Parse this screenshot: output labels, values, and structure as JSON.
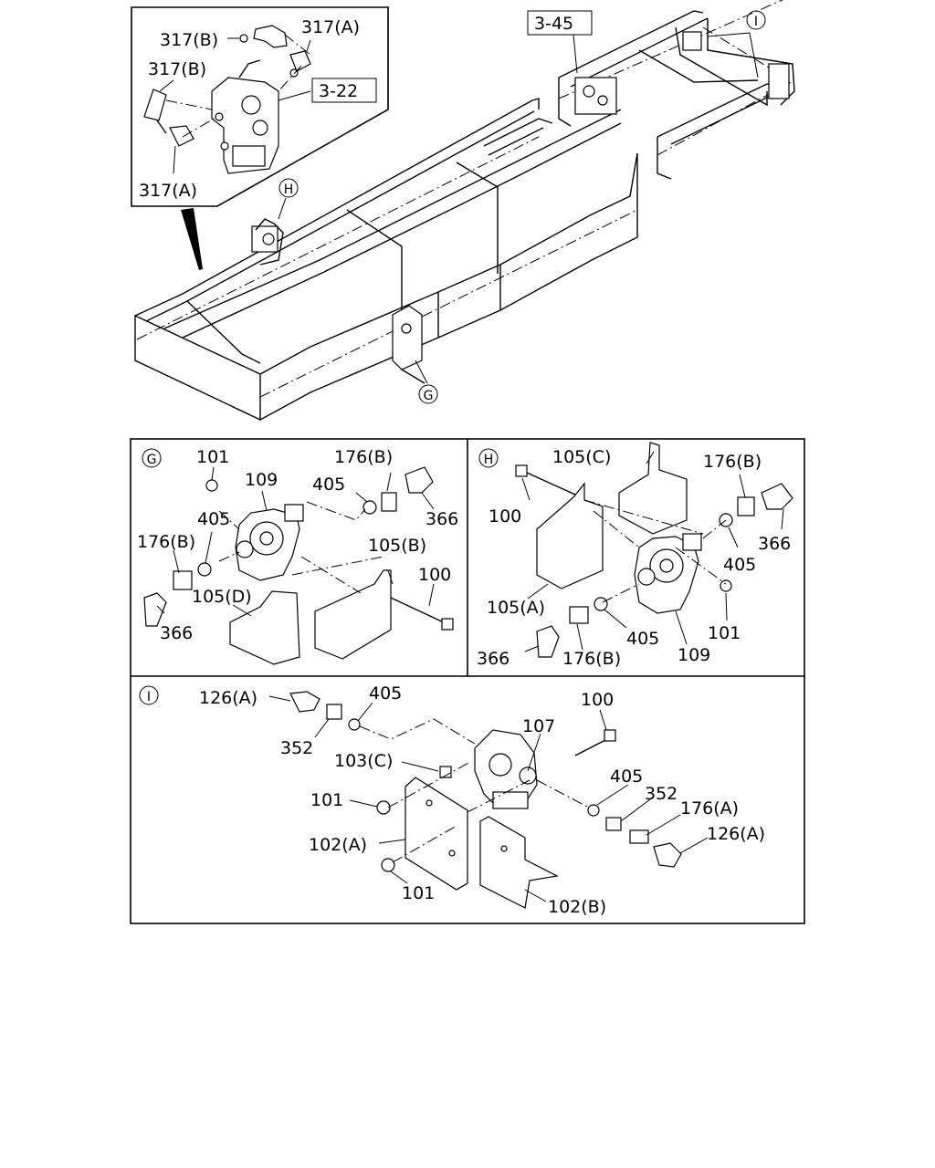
{
  "overview": {
    "inset_callouts": [
      "317(B)",
      "317(A)",
      "317(B)",
      "317(A)"
    ],
    "ref_box_1": "3-22",
    "ref_box_2": "3-45",
    "marker_g": "G",
    "marker_h": "H",
    "marker_i": "I"
  },
  "panel_g": {
    "marker": "G",
    "labels": [
      "101",
      "109",
      "176(B)",
      "405",
      "366",
      "405",
      "176(B)",
      "105(B)",
      "100",
      "105(D)",
      "366"
    ]
  },
  "panel_h": {
    "marker": "H",
    "labels": [
      "105(C)",
      "176(B)",
      "100",
      "366",
      "405",
      "105(A)",
      "101",
      "405",
      "366",
      "176(B)",
      "109"
    ]
  },
  "panel_i": {
    "marker": "I",
    "labels": [
      "126(A)",
      "405",
      "352",
      "100",
      "107",
      "103(C)",
      "101",
      "405",
      "352",
      "176(A)",
      "126(A)",
      "102(A)",
      "101",
      "102(B)"
    ]
  }
}
